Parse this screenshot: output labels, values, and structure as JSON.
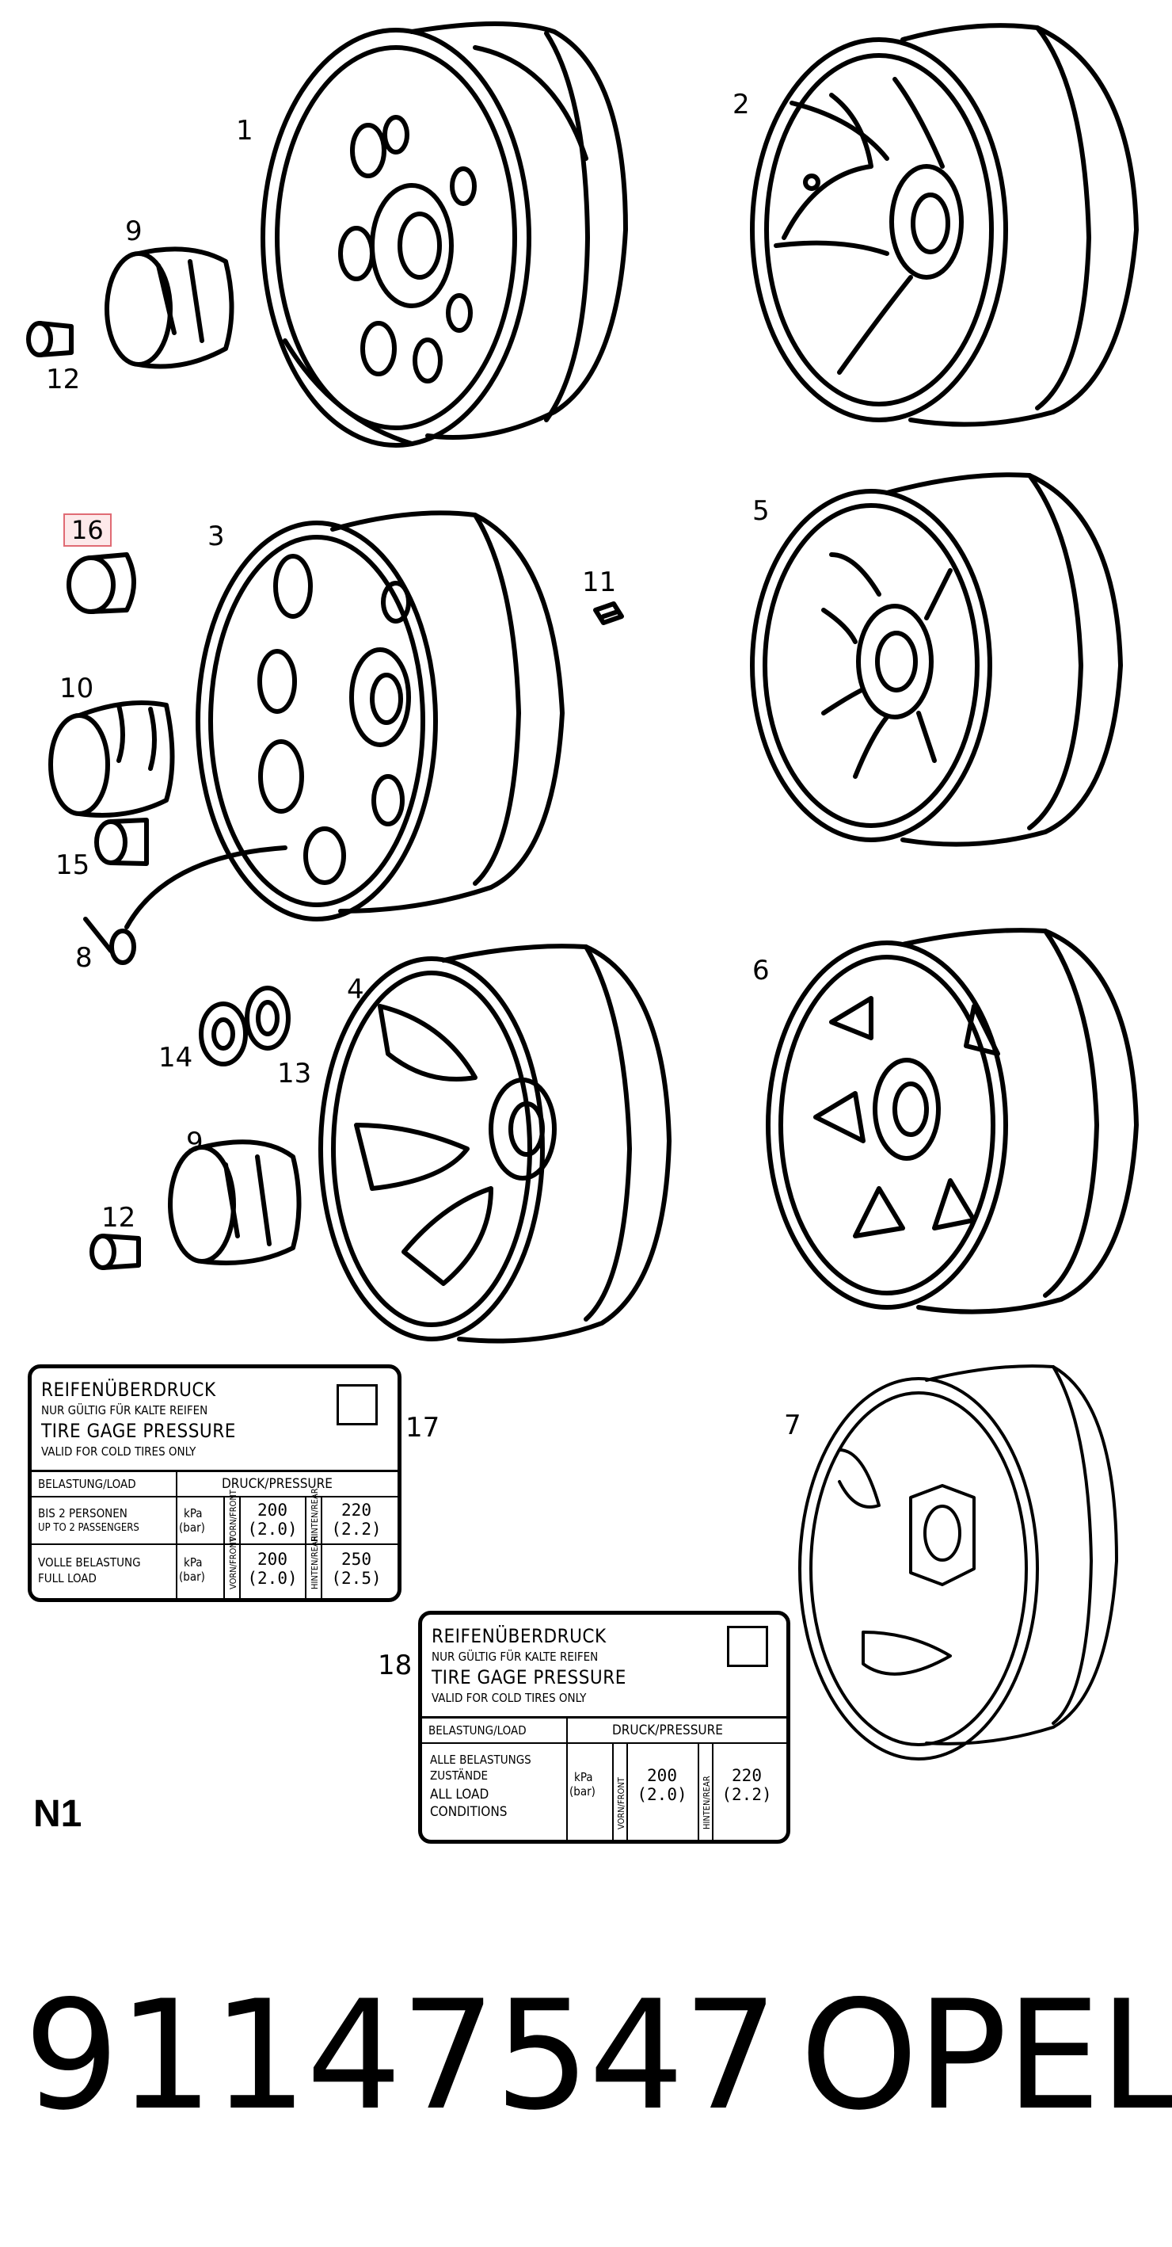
{
  "callouts": {
    "c1": "1",
    "c2": "2",
    "c3": "3",
    "c4": "4",
    "c5": "5",
    "c6": "6",
    "c7": "7",
    "c8": "8",
    "c9a": "9",
    "c9b": "9",
    "c10": "10",
    "c11": "11",
    "c12a": "12",
    "c12b": "12",
    "c13": "13",
    "c14": "14",
    "c15": "15",
    "c16": "16",
    "c17": "17",
    "c18": "18"
  },
  "label17": {
    "title_de": "REIFENÜBERDRUCK",
    "sub_de": "NUR GÜLTIG FÜR KALTE REIFEN",
    "title_en": "TIRE GAGE PRESSURE",
    "sub_en": "VALID FOR COLD TIRES ONLY",
    "col_load": "BELASTUNG/LOAD",
    "col_pressure": "DRUCK/PRESSURE",
    "row1_de": "BIS 2 PERSONEN",
    "row1_en": "UP TO 2 PASSENGERS",
    "row1_unit1": "kPa",
    "row1_unit2": "(bar)",
    "row1_front": "200",
    "row1_front_bar": "(2.0)",
    "row1_rear": "220",
    "row1_rear_bar": "(2.2)",
    "row2_de": "VOLLE BELASTUNG",
    "row2_en": "FULL LOAD",
    "row2_unit1": "kPa",
    "row2_unit2": "(bar)",
    "row2_front": "200",
    "row2_front_bar": "(2.0)",
    "row2_rear": "250",
    "row2_rear_bar": "(2.5)",
    "front_lbl": "VORN/FRONT",
    "rear_lbl": "HINTEN/REAR"
  },
  "label18": {
    "title_de": "REIFENÜBERDRUCK",
    "sub_de": "NUR GÜLTIG FÜR KALTE REIFEN",
    "title_en": "TIRE GAGE PRESSURE",
    "sub_en": "VALID FOR COLD TIRES ONLY",
    "col_load": "BELASTUNG/LOAD",
    "col_pressure": "DRUCK/PRESSURE",
    "row_l1": "ALLE BELASTUNGS",
    "row_l2": "ZUSTÄNDE",
    "row_l3": "ALL LOAD",
    "row_l4": "CONDITIONS",
    "unit1": "kPa",
    "unit2": "(bar)",
    "front": "200",
    "front_bar": "(2.0)",
    "rear": "220",
    "rear_bar": "(2.2)",
    "front_lbl": "VORN/FRONT",
    "rear_lbl": "HINTEN/REAR"
  },
  "section_code": "N1",
  "part_number": "91147547",
  "brand": "OPEL"
}
